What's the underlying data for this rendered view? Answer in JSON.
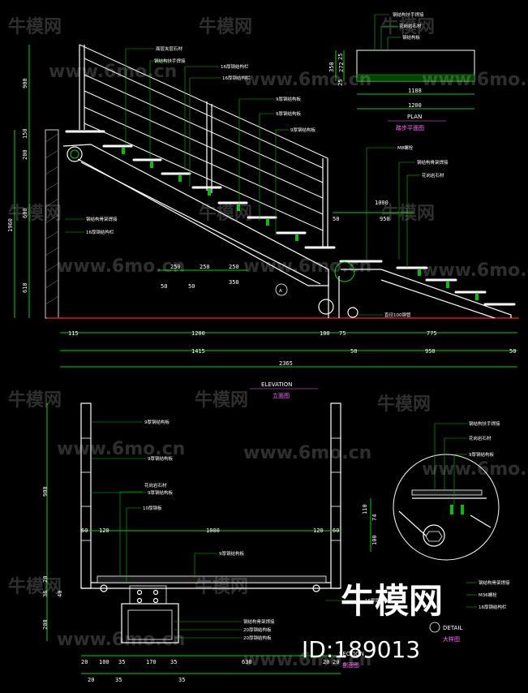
{
  "titles": {
    "plan": "PLAN",
    "plan_cn": "踏步平面图",
    "elevation": "ELEVATION",
    "elevation_cn": "立面图",
    "section": "SECTION",
    "section_cn": "剖面图",
    "detail": "DETAIL",
    "detail_cn": "大样图",
    "marker_letter": "A"
  },
  "elevation_dims": {
    "vertical_left": [
      "900",
      "150",
      "200",
      "1960",
      "600",
      "610"
    ],
    "steps": [
      "250",
      "250",
      "250",
      "50",
      "50",
      "350"
    ],
    "bottom_row1": [
      "115",
      "1200",
      "100",
      "75",
      "775"
    ],
    "bottom_row2": [
      "1415",
      "50",
      "950",
      "50"
    ],
    "bottom_total": "2365",
    "right_top": [
      "1000",
      "50",
      "950"
    ]
  },
  "plan_dims": {
    "vertical": [
      "350",
      "25",
      "272",
      "25"
    ],
    "horizontal": [
      "1188",
      "1200"
    ]
  },
  "section_dims": {
    "vertical_left": [
      "900",
      "20",
      "36",
      "40",
      "200"
    ],
    "horizontal_top": [
      "60",
      "120",
      "1000",
      "120",
      "60"
    ],
    "bottom_row1": [
      "20",
      "100",
      "35",
      "170",
      "35",
      "630",
      "20",
      "20"
    ],
    "bottom_row2": [
      "20",
      "35",
      "35"
    ]
  },
  "detail_dims": [
    "110",
    "74",
    "100"
  ],
  "labels": {
    "elev": [
      "面层夹层石材",
      "钢结构扶手焊接",
      "16厚钢结构栏",
      "16厚钢结构栏",
      "9厚钢结构板",
      "9厚钢结构板",
      "9厚钢结构板",
      "M8螺栓",
      "钢结构骨架焊接",
      "花岗岩石材",
      "钢结构骨架焊接",
      "16厚钢结构栏",
      "直径100钢管"
    ],
    "plan": [
      "钢结构扶手焊接",
      "花岗岩石材",
      "钢结构板"
    ],
    "sect": [
      "9厚钢结构板",
      "9厚钢结构板",
      "9厚钢结构板",
      "花岗岩石材",
      "10厚钢板",
      "9厚钢结构板",
      "钢结构骨架焊接",
      "20厚钢结构板",
      "20厚钢结构板",
      "16厚钢结构栏"
    ],
    "detail": [
      "钢结构扶手焊接",
      "花岗岩石材",
      "9厚钢结构板",
      "钢结构骨架焊接",
      "M36螺栓",
      "16厚钢结构栏"
    ]
  },
  "watermark": {
    "cn": "牛模网",
    "url": "www.6mo.cn"
  },
  "brand": {
    "name": "牛模网",
    "id": "ID:189013"
  },
  "colors": {
    "background": "#000000",
    "line": "#ffffff",
    "dimension": "#00d000",
    "ground": "#ff2020",
    "title_cn": "#ff66ff"
  }
}
